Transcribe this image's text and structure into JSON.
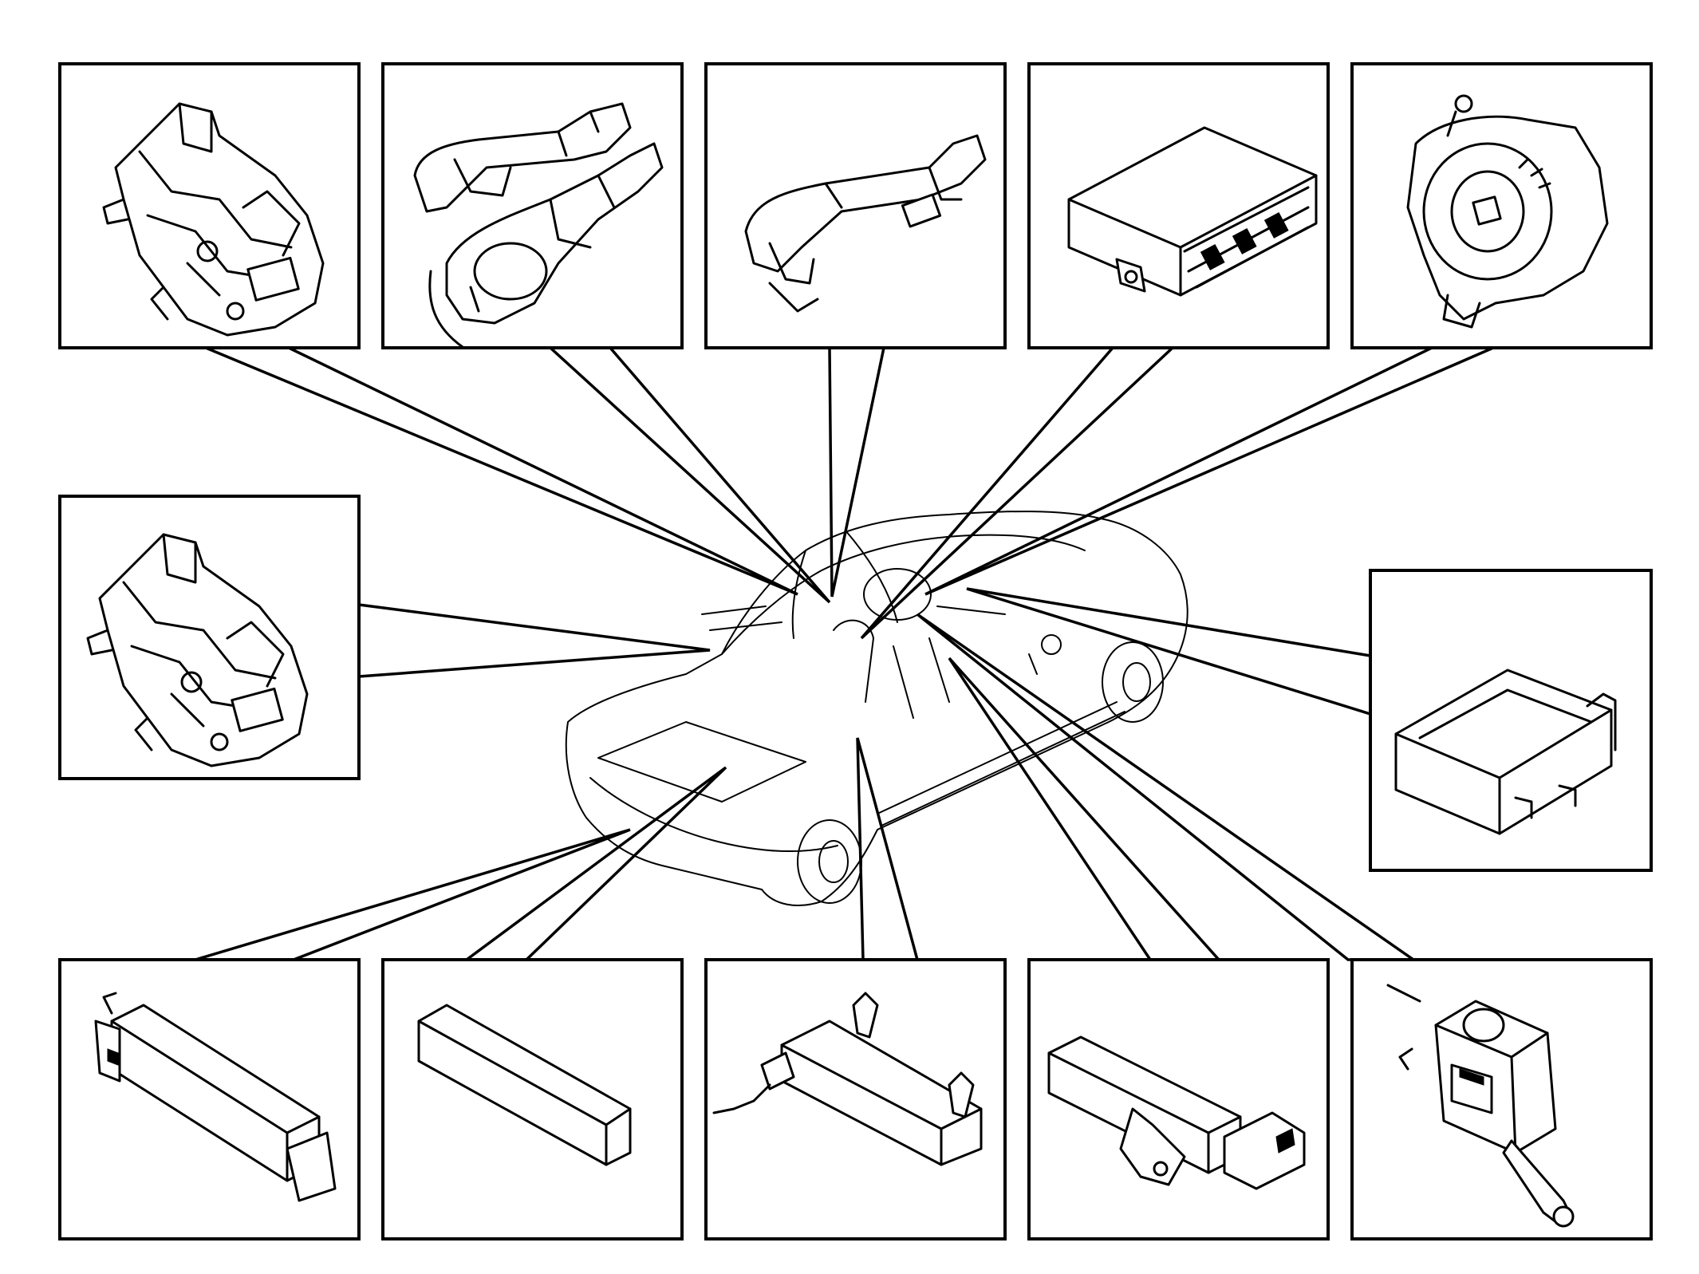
{
  "diagram": {
    "type": "exploded-parts-overview",
    "subject": "car",
    "colors": {
      "ink": "#000000",
      "paper": "#ffffff"
    },
    "callouts": [
      {
        "id": "door-lock-front",
        "icon": "door-lock-icon"
      },
      {
        "id": "door-handles-outer",
        "icon": "door-handle-assembly-icon"
      },
      {
        "id": "door-handle",
        "icon": "door-handle-icon"
      },
      {
        "id": "control-module",
        "icon": "control-module-icon"
      },
      {
        "id": "ignition-switch",
        "icon": "ignition-switch-icon"
      },
      {
        "id": "door-lock-rear",
        "icon": "door-lock-icon"
      },
      {
        "id": "receiver-box",
        "icon": "receiver-module-icon"
      },
      {
        "id": "antenna-bumper",
        "icon": "antenna-icon"
      },
      {
        "id": "antenna-boot",
        "icon": "antenna-bar-icon"
      },
      {
        "id": "antenna-cabin",
        "icon": "antenna-icon"
      },
      {
        "id": "antenna-rear",
        "icon": "antenna-icon"
      },
      {
        "id": "brake-switch",
        "icon": "brake-pedal-switch-icon"
      }
    ]
  }
}
